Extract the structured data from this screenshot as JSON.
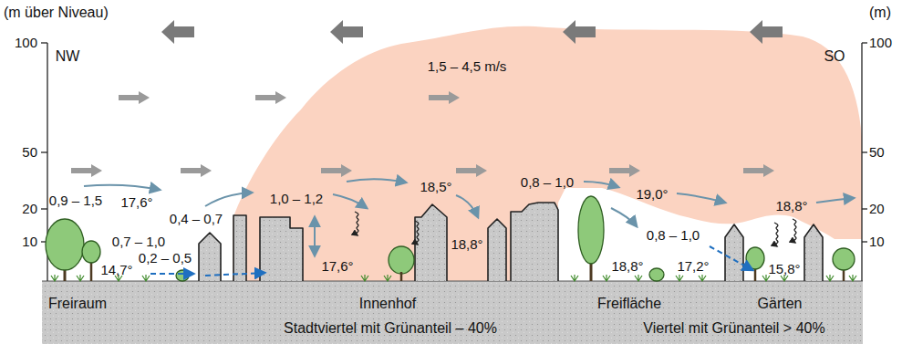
{
  "diagram": {
    "labels": [
      "(m über Niveau)",
      "(m)",
      "100",
      "50",
      "20",
      "10",
      "100",
      "50",
      "20",
      "10",
      "NW",
      "SO",
      "1,5 – 4,5 m/s",
      "0,9 – 1,5",
      "17,6°",
      "0,7 – 1,0",
      "0,2 – 0,5",
      "14,7°",
      "0,4 – 0,7",
      "1,0 – 1,2",
      "17,6°",
      "18,5°",
      "18,8°",
      "0,8 – 1,0",
      "19,0°",
      "18,8°",
      "0,8 – 1,0",
      "17,2°",
      "18,8°",
      "15,8°",
      "Freiraum",
      "Innenhof",
      "Freifläche",
      "Gärten",
      "Stadtviertel mit Grünanteil – 40%",
      "Viertel mit Grünanteil > 40%"
    ]
  }
}
